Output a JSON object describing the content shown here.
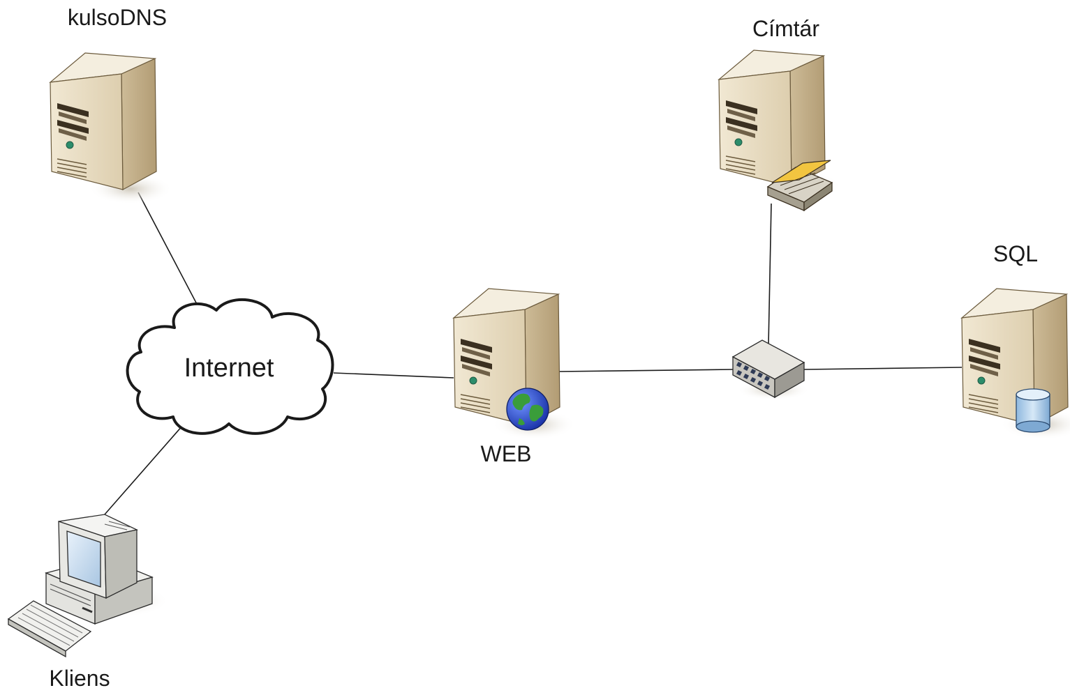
{
  "nodes": {
    "kulsodns": {
      "label": "kulsoDNS",
      "icon": "server-icon"
    },
    "cimtar": {
      "label": "Címtár",
      "icon": "directory-server-icon"
    },
    "sql": {
      "label": "SQL",
      "icon": "database-server-icon"
    },
    "web": {
      "label": "WEB",
      "icon": "web-server-icon"
    },
    "kliens": {
      "label": "Kliens",
      "icon": "workstation-icon"
    },
    "internet": {
      "label": "Internet",
      "icon": "cloud-icon"
    },
    "switch": {
      "icon": "network-switch-icon"
    }
  },
  "links": [
    {
      "from": "kulsodns",
      "to": "internet"
    },
    {
      "from": "kliens",
      "to": "internet"
    },
    {
      "from": "internet",
      "to": "web"
    },
    {
      "from": "web",
      "to": "switch"
    },
    {
      "from": "cimtar",
      "to": "switch"
    },
    {
      "from": "switch",
      "to": "sql"
    }
  ],
  "colors": {
    "server_front": "#e6d9bf",
    "server_side": "#c7b48f",
    "server_top": "#f3ecdb",
    "line": "#1a1a1a",
    "globe_ocean": "#2a52c9",
    "globe_land": "#3a9d3a",
    "cylinder": "#a9cbe8"
  }
}
